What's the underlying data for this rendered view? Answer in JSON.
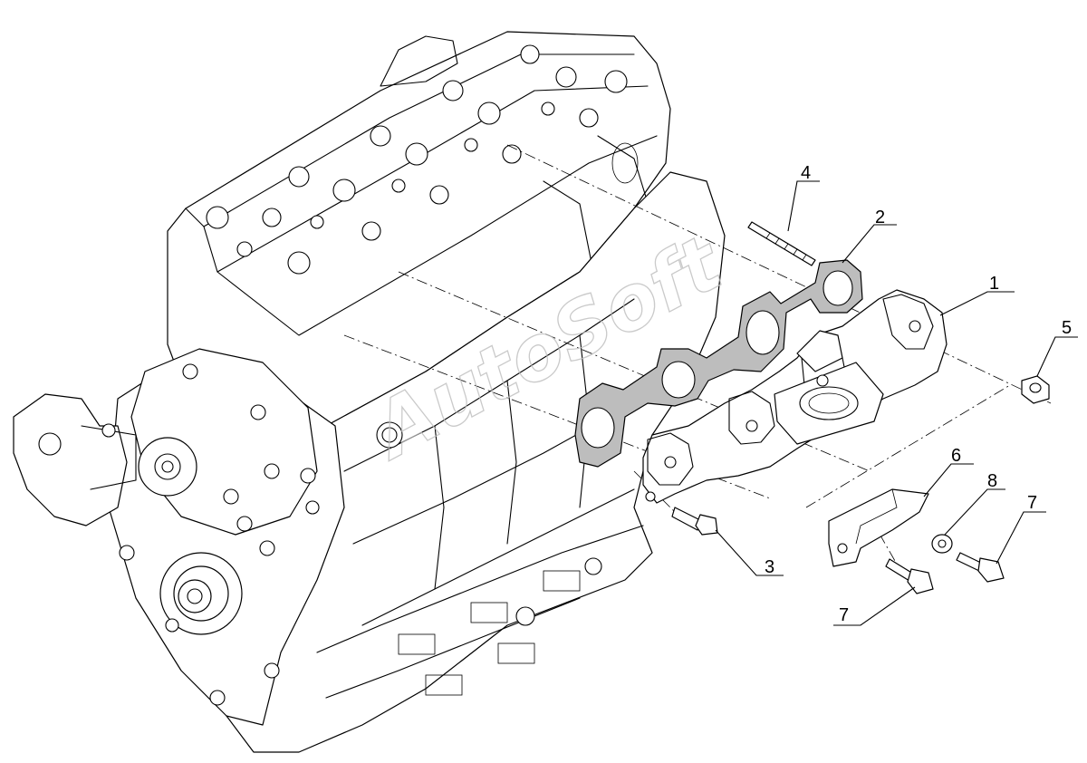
{
  "callouts": [
    {
      "id": "1",
      "label": "1"
    },
    {
      "id": "2",
      "label": "2"
    },
    {
      "id": "3",
      "label": "3"
    },
    {
      "id": "4",
      "label": "4"
    },
    {
      "id": "5",
      "label": "5"
    },
    {
      "id": "6",
      "label": "6"
    },
    {
      "id": "7a",
      "label": "7"
    },
    {
      "id": "7b",
      "label": "7"
    },
    {
      "id": "8",
      "label": "8"
    }
  ],
  "watermark": {
    "text": "AutoSoft"
  }
}
